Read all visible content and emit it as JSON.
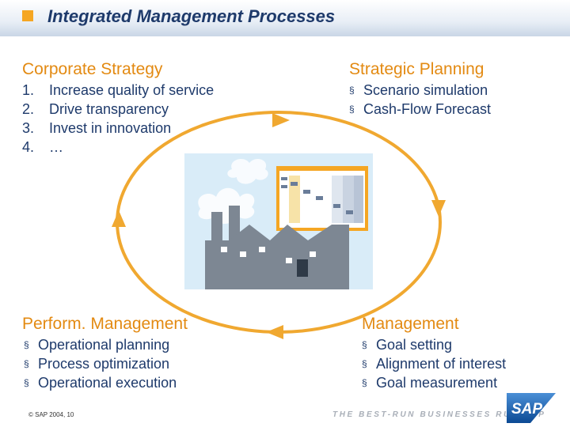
{
  "header": {
    "title": "Integrated Management Processes"
  },
  "quadrants": {
    "top_left": {
      "heading": "Corporate Strategy",
      "items": [
        {
          "marker": "1.",
          "text": "Increase quality of service"
        },
        {
          "marker": "2.",
          "text": "Drive transparency"
        },
        {
          "marker": "3.",
          "text": "Invest in innovation"
        },
        {
          "marker": "4.",
          "text": "…"
        }
      ]
    },
    "top_right": {
      "heading": "Strategic Planning",
      "items": [
        {
          "marker": "§",
          "text": "Scenario simulation"
        },
        {
          "marker": "§",
          "text": "Cash-Flow Forecast"
        }
      ]
    },
    "bottom_left": {
      "heading": "Perform. Management",
      "items": [
        {
          "marker": "§",
          "text": "Operational planning"
        },
        {
          "marker": "§",
          "text": "Process optimization"
        },
        {
          "marker": "§",
          "text": "Operational execution"
        }
      ]
    },
    "bottom_right": {
      "heading": "Management",
      "items": [
        {
          "marker": "§",
          "text": "Goal setting"
        },
        {
          "marker": "§",
          "text": "Alignment of interest"
        },
        {
          "marker": "§",
          "text": "Goal measurement"
        }
      ]
    }
  },
  "footer": {
    "copyright": "© SAP 2004, 10",
    "tagline": "THE BEST-RUN BUSINESSES RUN SAP",
    "logo_text": "SAP"
  },
  "colors": {
    "accent": "#e38a12",
    "navy": "#1e3a6b",
    "cycle": "#f0a830",
    "sap_blue": "#1b5fb0"
  }
}
